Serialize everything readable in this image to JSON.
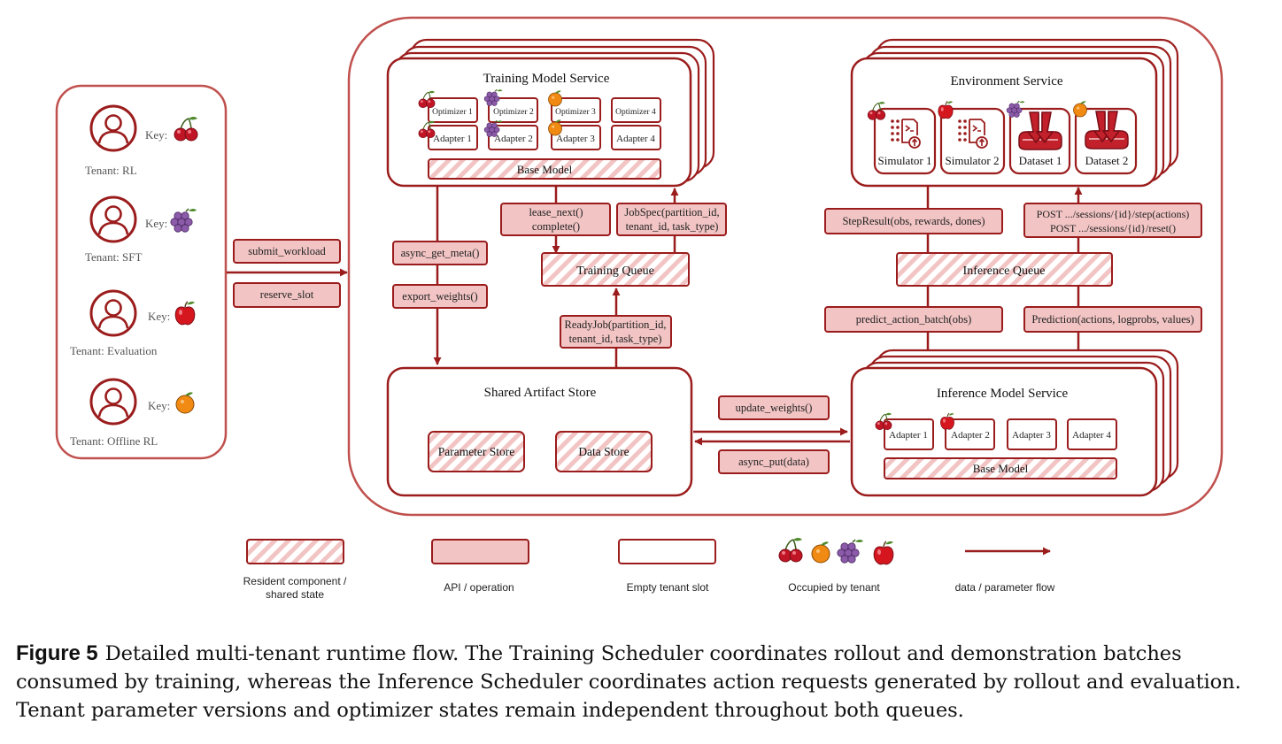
{
  "colors": {
    "stroke": "#9b1c1c",
    "api_fill": "#f2c4c4",
    "hatch": "#f2c4c4",
    "outer": "#c0504d"
  },
  "tenants": [
    {
      "label": "Tenant: RL",
      "key_label": "Key:",
      "key_icon": "cherry-icon"
    },
    {
      "label": "Tenant: SFT",
      "key_label": "Key:",
      "key_icon": "grape-icon"
    },
    {
      "label": "Tenant: Evaluation",
      "key_label": "Key:",
      "key_icon": "apple-icon"
    },
    {
      "label": "Tenant: Offline RL",
      "key_label": "Key:",
      "key_icon": "orange-icon"
    }
  ],
  "entry_ops": [
    "submit_workload",
    "reserve_slot"
  ],
  "training_service": {
    "title": "Training Model Service",
    "optimizers": [
      "Optimizer 1",
      "Optimizer 2",
      "Optimizer 3",
      "Optimizer 4"
    ],
    "adapters": [
      "Adapter 1",
      "Adapter 2",
      "Adapter 3",
      "Adapter 4"
    ],
    "base_model": "Base Model"
  },
  "environment_service": {
    "title": "Environment Service",
    "items": [
      "Simulator 1",
      "Simulator 2",
      "Dataset 1",
      "Dataset 2"
    ]
  },
  "inference_service": {
    "title": "Inference Model Service",
    "adapters": [
      "Adapter 1",
      "Adapter 2",
      "Adapter 3",
      "Adapter 4"
    ],
    "base_model": "Base Model"
  },
  "artifact_store": {
    "title": "Shared Artifact Store",
    "parameter_store": "Parameter Store",
    "data_store": "Data Store"
  },
  "queues": {
    "training": "Training Queue",
    "inference": "Inference Queue"
  },
  "ops": {
    "async_get_meta": "async_get_meta()",
    "export_weights": "export_weights()",
    "lease_next": "lease_next()",
    "complete": "complete()",
    "jobspec_1": "JobSpec(partition_id,",
    "jobspec_2": "tenant_id, task_type)",
    "readyjob_1": "ReadyJob(partition_id,",
    "readyjob_2": "tenant_id, task_type)",
    "step_result": "StepResult(obs, rewards, dones)",
    "post_step": "POST .../sessions/{id}/step(actions)",
    "post_reset": "POST .../sessions/{id}/reset()",
    "predict": "predict_action_batch(obs)",
    "prediction": "Prediction(actions, logprobs, values)",
    "update_weights": "update_weights()",
    "async_put": "async_put(data)"
  },
  "legend": {
    "resident_1": "Resident component /",
    "resident_2": "shared state",
    "api": "API / operation",
    "empty": "Empty tenant slot",
    "occupied": "Occupied by tenant",
    "flow": "data / parameter flow"
  },
  "caption": {
    "figure": "Figure 5",
    "text": "Detailed multi-tenant runtime flow. The Training Scheduler coordinates rollout and demonstration batches consumed by training, whereas the Inference Scheduler coordinates action requests generated by rollout and evaluation. Tenant parameter versions and optimizer states remain independent throughout both queues."
  }
}
